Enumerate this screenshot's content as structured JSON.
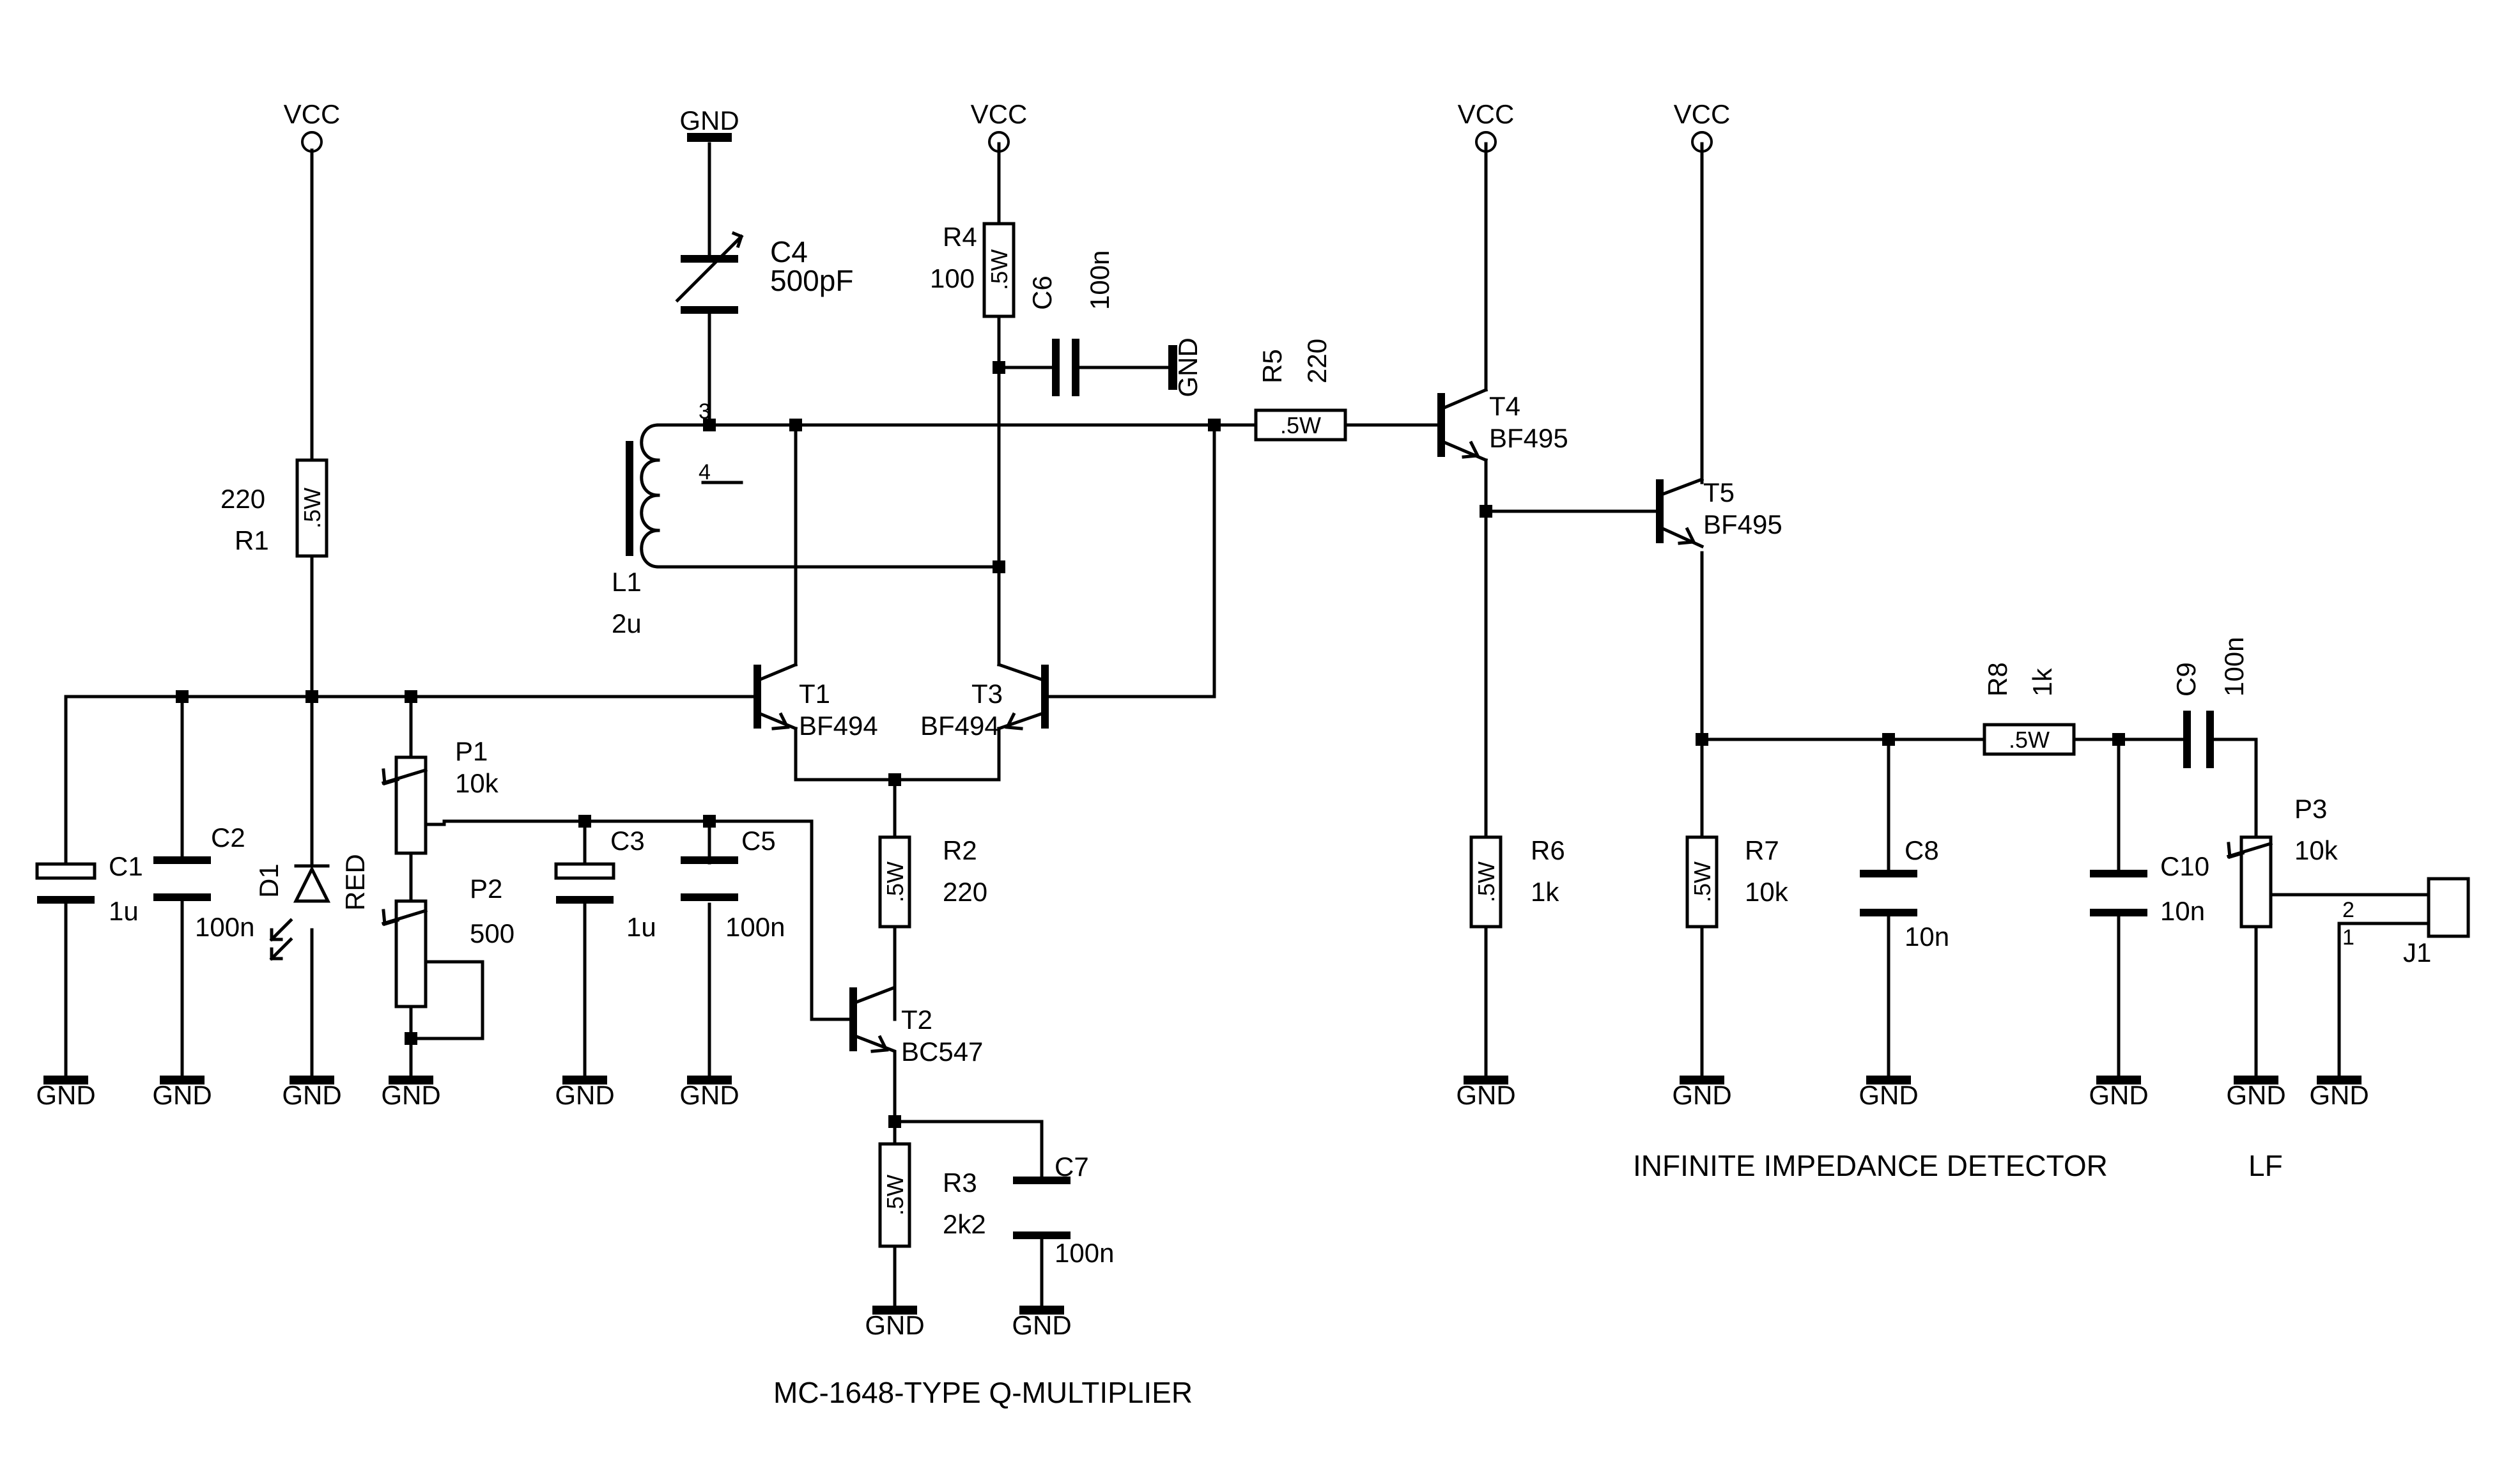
{
  "supply_labels": {
    "vcc": "VCC",
    "gnd": "GND"
  },
  "resistor_marking": ".5W",
  "captions": {
    "q_multiplier": "MC-1648-TYPE Q-MULTIPLIER",
    "detector": "INFINITE IMPEDANCE DETECTOR",
    "lf": "LF"
  },
  "components": {
    "R1": {
      "ref": "R1",
      "value": "220"
    },
    "R2": {
      "ref": "R2",
      "value": "220"
    },
    "R3": {
      "ref": "R3",
      "value": "2k2"
    },
    "R4": {
      "ref": "R4",
      "value": "100"
    },
    "R5": {
      "ref": "R5",
      "value": "220"
    },
    "R6": {
      "ref": "R6",
      "value": "1k"
    },
    "R7": {
      "ref": "R7",
      "value": "10k"
    },
    "R8": {
      "ref": "R8",
      "value": "1k"
    },
    "C1": {
      "ref": "C1",
      "value": "1u"
    },
    "C2": {
      "ref": "C2",
      "value": "100n"
    },
    "C3": {
      "ref": "C3",
      "value": "1u"
    },
    "C4": {
      "ref": "C4",
      "value": "500pF"
    },
    "C5": {
      "ref": "C5",
      "value": "100n"
    },
    "C6": {
      "ref": "C6",
      "value": "100n"
    },
    "C7": {
      "ref": "C7",
      "value": "100n"
    },
    "C8": {
      "ref": "C8",
      "value": "10n"
    },
    "C9": {
      "ref": "C9",
      "value": "100n"
    },
    "C10": {
      "ref": "C10",
      "value": "10n"
    },
    "P1": {
      "ref": "P1",
      "value": "10k"
    },
    "P2": {
      "ref": "P2",
      "value": "500"
    },
    "P3": {
      "ref": "P3",
      "value": "10k"
    },
    "L1": {
      "ref": "L1",
      "value": "2u",
      "tap_3": "3",
      "tap_4": "4"
    },
    "D1": {
      "ref": "D1",
      "value": "RED"
    },
    "T1": {
      "ref": "T1",
      "value": "BF494"
    },
    "T2": {
      "ref": "T2",
      "value": "BC547"
    },
    "T3": {
      "ref": "T3",
      "value": "BF494"
    },
    "T4": {
      "ref": "T4",
      "value": "BF495"
    },
    "T5": {
      "ref": "T5",
      "value": "BF495"
    },
    "J1": {
      "ref": "J1",
      "pin_1": "1",
      "pin_2": "2"
    }
  }
}
